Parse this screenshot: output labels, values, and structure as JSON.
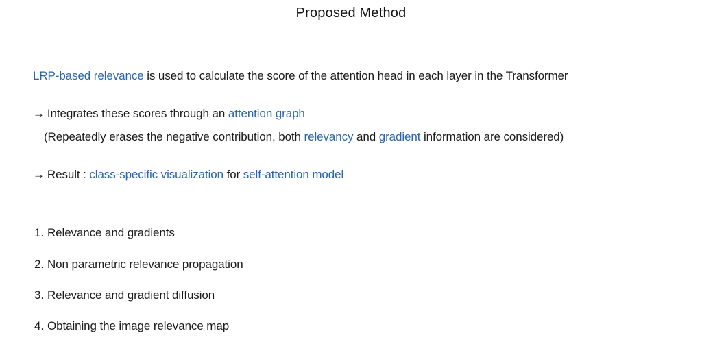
{
  "slide": {
    "title": "Proposed Method",
    "colors": {
      "background": "#ffffff",
      "text": "#1b1b1b",
      "accent": "#2a64a9"
    },
    "intro": {
      "seg1": "LRP-based relevance",
      "seg2": " is used to calculate the score of the attention head in each layer in the Transformer"
    },
    "bullet1": {
      "arrow": "→",
      "seg1": "Integrates these scores through an ",
      "seg2": "attention graph"
    },
    "note": {
      "seg1": "(Repeatedly erases the negative contribution, both ",
      "seg2": "relevancy",
      "seg3": " and ",
      "seg4": "gradient",
      "seg5": " information are considered)"
    },
    "bullet2": {
      "arrow": "→",
      "seg1": "Result : ",
      "seg2": "class-specific visualization",
      "seg3": " for ",
      "seg4": "self-attention model"
    },
    "list": [
      {
        "label": "1.",
        "text": "Relevance and gradients"
      },
      {
        "label": "2.",
        "text": "Non parametric relevance propagation"
      },
      {
        "label": "3.",
        "text": "Relevance and gradient diffusion"
      },
      {
        "label": "4.",
        "text": "Obtaining the image relevance map"
      }
    ]
  }
}
